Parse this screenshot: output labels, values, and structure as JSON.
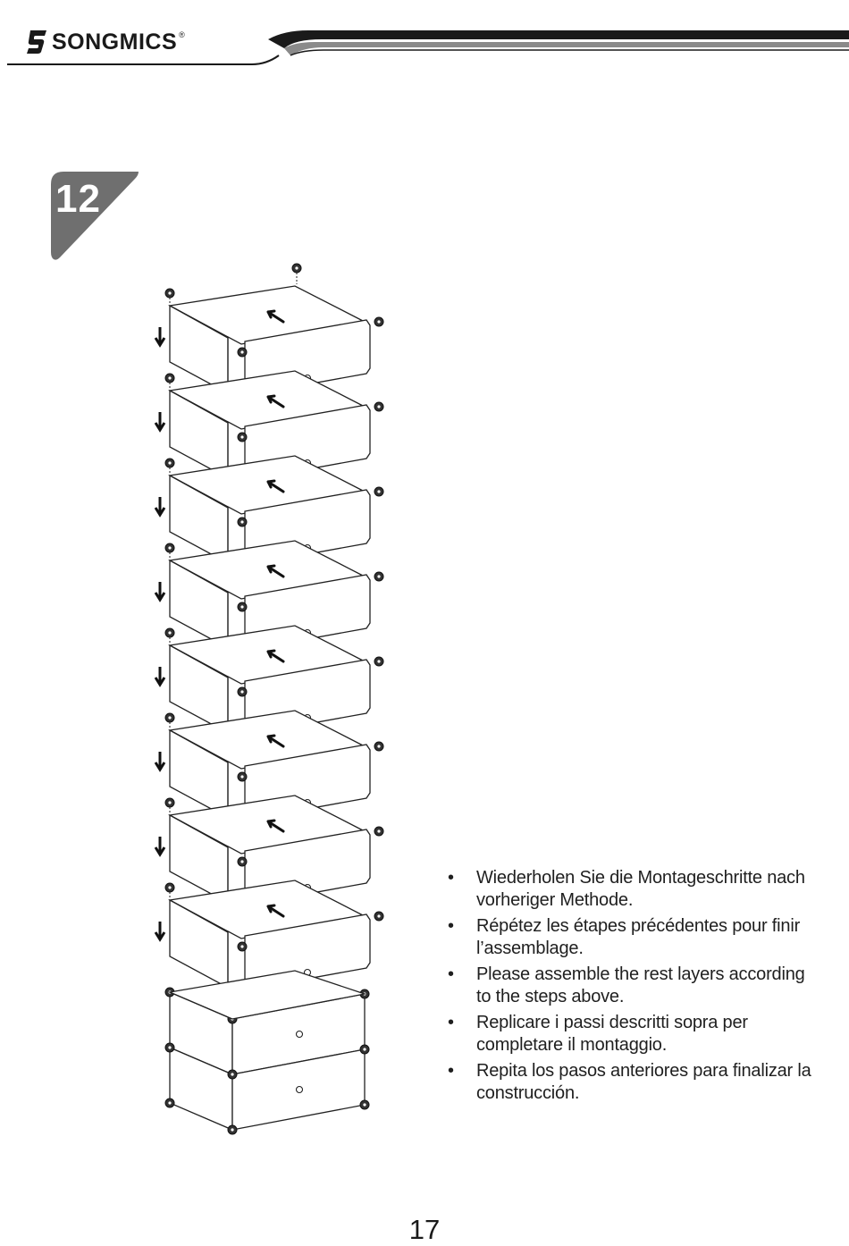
{
  "header": {
    "brand_name": "SONGMICS",
    "brand_mark": "®"
  },
  "step": {
    "number": "12"
  },
  "illustration": {
    "description_icon": "storage-cube-tower-assembly",
    "loose_layers": 8,
    "assembled_cubes": 2
  },
  "instructions": [
    {
      "bullet": "•",
      "text": "Wiederholen Sie die Montageschritte nach vorheriger Methode."
    },
    {
      "bullet": "•",
      "text": "Répétez les étapes précédentes pour finir l’assemblage."
    },
    {
      "bullet": "•",
      "text": "Please assemble the rest layers according to the steps above."
    },
    {
      "bullet": "•",
      "text": "Replicare i passi descritti sopra per completare il montaggio."
    },
    {
      "bullet": "•",
      "text": "Repita los pasos anteriores para finalizar la construcción."
    }
  ],
  "footer": {
    "page_number": "17"
  },
  "colors": {
    "badge": "#6f6f6f",
    "rule_dark": "#1a1a1a",
    "rule_grey": "#8a8a8a"
  }
}
